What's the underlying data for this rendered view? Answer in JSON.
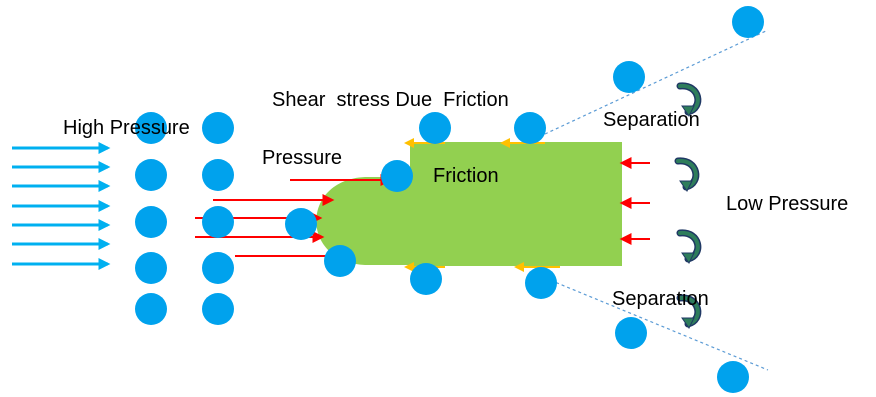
{
  "labels": {
    "high_pressure": "High Pressure",
    "shear_stress": "Shear  stress Due  Friction",
    "pressure": "Pressure",
    "friction": "Friction",
    "separation_top": "Separation",
    "separation_bottom": "Separation",
    "low_pressure": "Low Pressure"
  },
  "colors": {
    "particle": "#00a2ed",
    "body": "#92d050",
    "flow_arrow": "#00b0f0",
    "pressure_arrow": "#ff0000",
    "friction_arrow": "#ffc000",
    "wake_line": "#5b9bd5",
    "vortex": "#2e7d5b",
    "vortex_outline": "#1f3864"
  },
  "icons": {
    "particle": "circle",
    "vortex": "curved-arrow",
    "flow": "arrow-right",
    "pressure": "arrow-right"
  }
}
